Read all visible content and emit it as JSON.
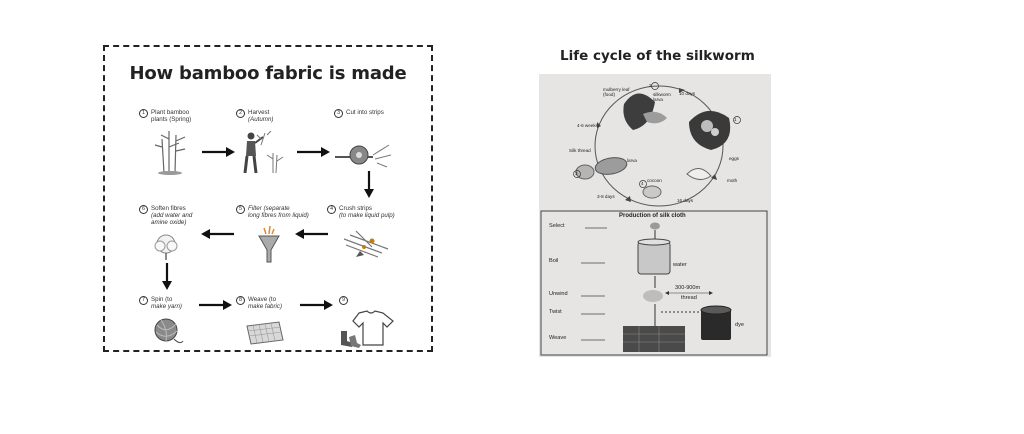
{
  "bamboo": {
    "title": "How bamboo fabric is made",
    "steps": [
      {
        "num": "1",
        "line1": "Plant bamboo",
        "line2": "plants (Spring)"
      },
      {
        "num": "2",
        "line1": "Harvest",
        "line2": "(Autumn)"
      },
      {
        "num": "3",
        "line1": "Cut into strips",
        "line2": ""
      },
      {
        "num": "4",
        "line1": "Crush strips",
        "line2": "(to make liquid pulp)"
      },
      {
        "num": "5",
        "line1": "Filter (separate",
        "line2": "long fibres from liquid)"
      },
      {
        "num": "6",
        "line1": "Soften fibres",
        "line2": "(add water and",
        "line3": "amine oxide)"
      },
      {
        "num": "7",
        "line1": "Spin (to",
        "line2": "make yarn)"
      },
      {
        "num": "8",
        "line1": "Weave (to",
        "line2": "make fabric)"
      },
      {
        "num": "9",
        "line1": "",
        "line2": ""
      }
    ]
  },
  "silkworm": {
    "title": "Life cycle of the silkworm",
    "cycle": {
      "n1": "1",
      "n2": "2",
      "n3": "3",
      "n4": "4",
      "mulberry": "mulberry leaf",
      "food": "(food)",
      "larva_top": "silkworm",
      "larva_top2": "larva",
      "days10": "10 days",
      "weeks": "4-6 weeks",
      "eggs": "eggs",
      "silk_thread": "Silk thread",
      "larva": "larva",
      "moth": "moth",
      "cocoon": "cocoon",
      "days38": "3-8 days",
      "days16": "16 days"
    },
    "production": {
      "title": "Production of silk cloth",
      "steps": [
        "Select",
        "Boil",
        "Unwind",
        "Twist",
        "Weave"
      ],
      "water": "water",
      "length": "300-900m",
      "thread": "thread",
      "dye": "dye"
    }
  }
}
